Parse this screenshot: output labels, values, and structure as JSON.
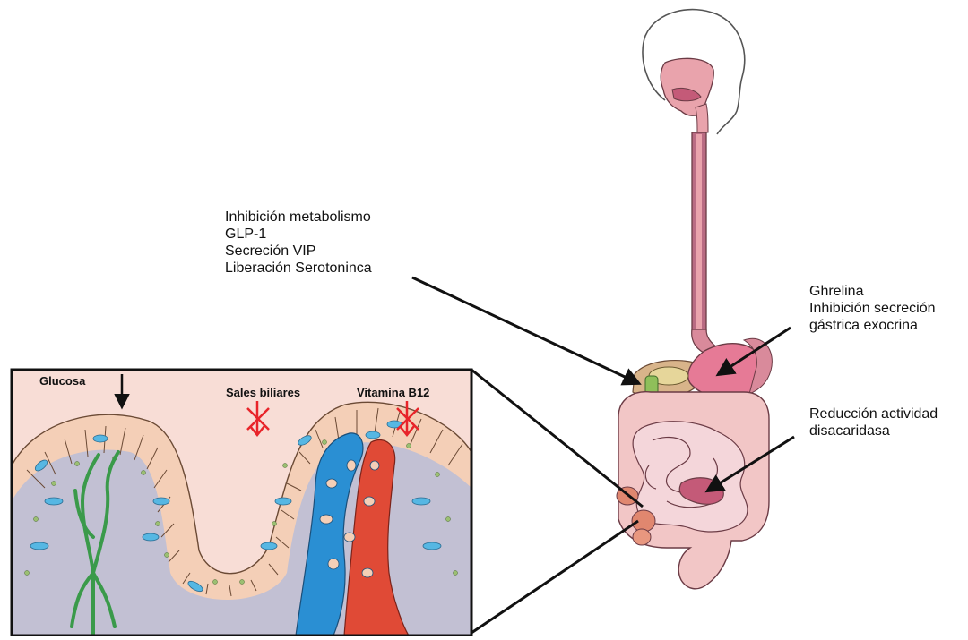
{
  "annotations": {
    "top_left": [
      "Inhibición metabolismo",
      "GLP-1",
      "Secreción VIP",
      "Liberación Serotoninca"
    ],
    "right_top": [
      "Ghrelina",
      "Inhibición secreción",
      "gástrica exocrina"
    ],
    "right_mid": [
      "Reducción actividad",
      "disacaridasa"
    ]
  },
  "inset": {
    "glucose_label": "Glucosa",
    "bile_salts_label": "Sales biliares",
    "vitamin_label": "Vitamina B12"
  },
  "colors": {
    "arrow": "#111111",
    "blocked": "#e8242a",
    "inset_bg": "#f8ddd6",
    "villus_core": "#c2c0d3",
    "epithelium": "#f4cfb7",
    "goblet": "#56b7e3",
    "lacteal": "#3a9a4a",
    "vein": "#2a8fd3",
    "artery": "#e04a36",
    "organ_pink": "#e9a3ac",
    "organ_dark": "#c45a78",
    "stomach": "#e67a96"
  }
}
